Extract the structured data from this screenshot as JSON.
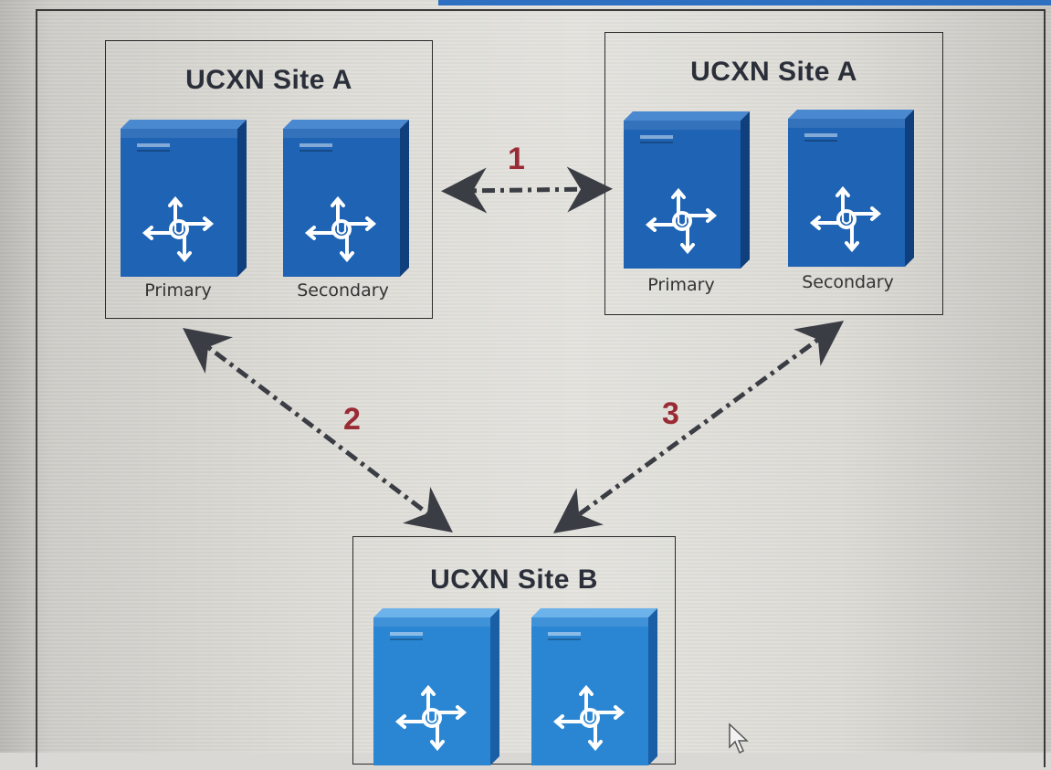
{
  "sites": {
    "top_left": {
      "title": "UCXN Site A",
      "primary_label": "Primary",
      "secondary_label": "Secondary"
    },
    "top_right": {
      "title": "UCXN Site A",
      "primary_label": "Primary",
      "secondary_label": "Secondary"
    },
    "bottom": {
      "title": "UCXN Site B"
    }
  },
  "links": [
    {
      "label": "1",
      "from": "UCXN Site A",
      "to": "UCXN Site A"
    },
    {
      "label": "2",
      "from": "UCXN Site A",
      "to": "UCXN Site B"
    },
    {
      "label": "3",
      "from": "UCXN Site A",
      "to": "UCXN Site B"
    }
  ],
  "colors": {
    "server_front_dark": "#1e63b4",
    "server_front_light": "#2a86d3",
    "arrow": "#3b3d44",
    "number": "#9a2a34"
  },
  "icons": [
    "server-icon",
    "unity-connection-icon",
    "mouse-cursor-icon"
  ]
}
